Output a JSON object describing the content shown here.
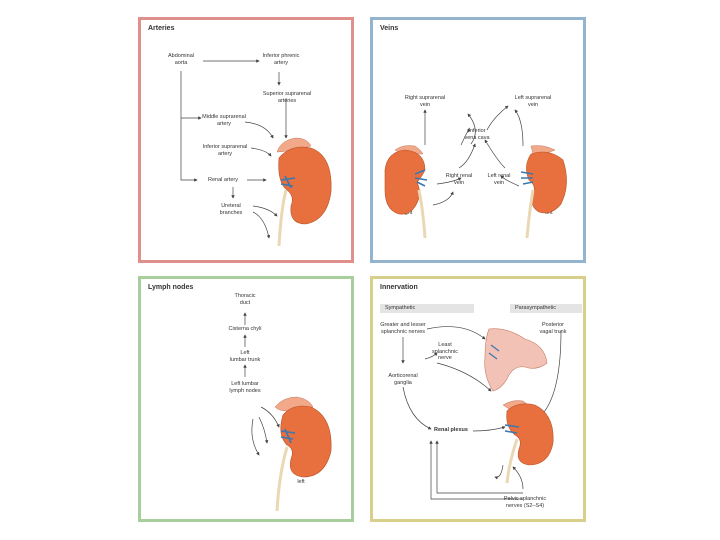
{
  "panels": {
    "arteries": {
      "title": "Arteries",
      "labels": {
        "abdominal_aorta": "Abdominal\naorta",
        "inferior_phrenic": "Inferior phrenic\nartery",
        "superior_suprarenal": "Superior suprarenal\narteries",
        "middle_suprarenal": "Middle suprarenal\nartery",
        "inferior_suprarenal": "Inferior suprarenal\nartery",
        "renal_artery": "Renal artery",
        "ureteral_branches": "Ureteral\nbranches"
      }
    },
    "veins": {
      "title": "Veins",
      "labels": {
        "right_suprarenal": "Right suprarenal\nvein",
        "left_suprarenal": "Left suprarenal\nvein",
        "inferior_vena_cava": "Inferior\nvena cava",
        "right_renal": "Right renal\nvein",
        "left_renal": "Left renal\nvein",
        "right": "right",
        "left": "left"
      }
    },
    "lymph": {
      "title": "Lymph nodes",
      "labels": {
        "thoracic_duct": "Thoracic\nduct",
        "cisterna_chyli": "Cisterna chyli",
        "left_lumbar_trunk": "Left\nlumbar trunk",
        "left_lumbar_nodes": "Left lumbar\nlymph nodes",
        "left": "left"
      }
    },
    "innervation": {
      "title": "Innervation",
      "sympathetic_header": "Sympathetic",
      "parasympathetic_header": "Parasympathetic",
      "labels": {
        "greater_lesser": "Greater and lesser\nsplanchnic nerves",
        "least_splanchnic": "Least\nsplanchnic\nnerve",
        "aorticorenal": "Aorticorenal\nganglia",
        "renal_plexus": "Renal plexus",
        "posterior_vagal": "Posterior\nvagal trunk",
        "pelvic_splanchnic": "Pelvic splanchnic\nnerves (S2–S4)"
      }
    }
  },
  "colors": {
    "arteries_border": "#e0908c",
    "veins_border": "#93b4cc",
    "lymph_border": "#a8cf9b",
    "innervation_border": "#d8cf8a",
    "kidney": "#e8703e",
    "adrenal": "#f1a98a",
    "vessel": "#3a78b0",
    "ureter": "#ead8b4"
  }
}
